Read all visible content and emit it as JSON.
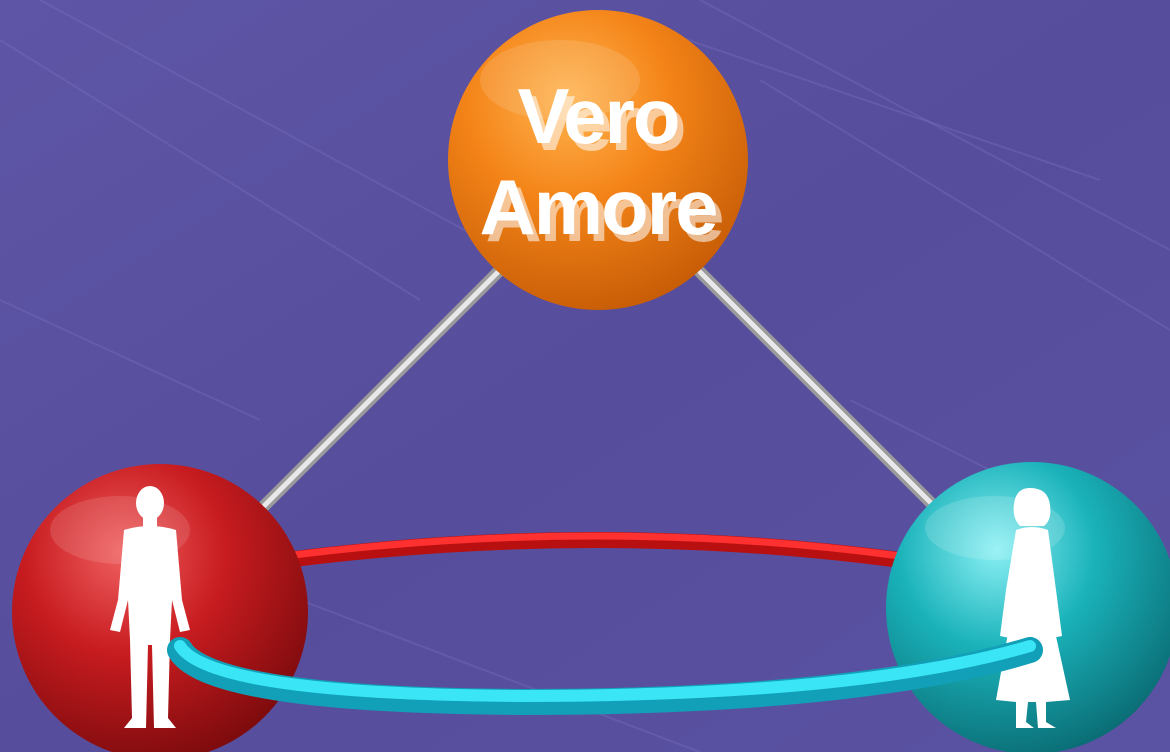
{
  "diagram": {
    "title_lines": [
      "Vero",
      "Amore"
    ],
    "colors": {
      "background": "#5a52a0",
      "top_sphere": "#f07a10",
      "left_sphere": "#c81c20",
      "right_sphere": "#1aa8b0",
      "red_ring": "#e82020",
      "cyan_ring": "#28d4e8",
      "connector_rods": "#c8c8c8",
      "figures": "#ffffff"
    },
    "nodes": [
      {
        "id": "top",
        "icon": "text-sphere"
      },
      {
        "id": "left",
        "icon": "man-silhouette-icon"
      },
      {
        "id": "right",
        "icon": "woman-silhouette-icon"
      }
    ]
  }
}
